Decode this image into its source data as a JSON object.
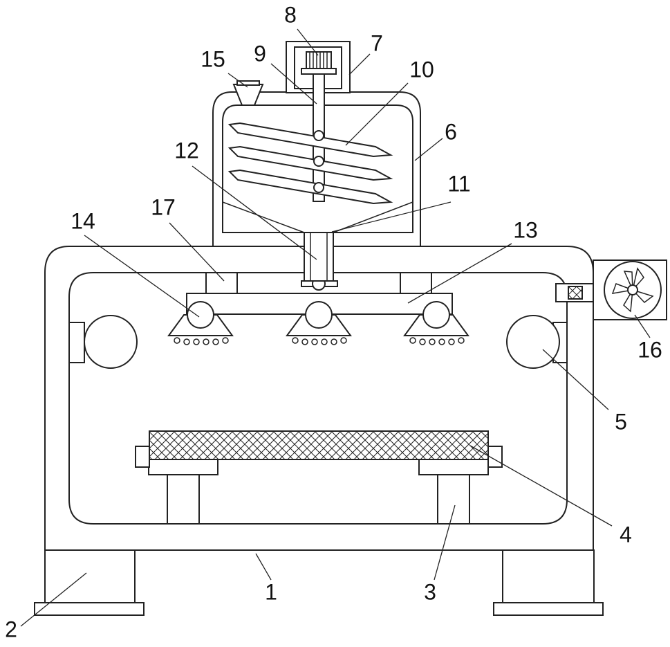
{
  "labels": [
    {
      "id": "1",
      "text": "1"
    },
    {
      "id": "2",
      "text": "2"
    },
    {
      "id": "3",
      "text": "3"
    },
    {
      "id": "4",
      "text": "4"
    },
    {
      "id": "5",
      "text": "5"
    },
    {
      "id": "6",
      "text": "6"
    },
    {
      "id": "7",
      "text": "7"
    },
    {
      "id": "8",
      "text": "8"
    },
    {
      "id": "9",
      "text": "9"
    },
    {
      "id": "10",
      "text": "10"
    },
    {
      "id": "11",
      "text": "11"
    },
    {
      "id": "12",
      "text": "12"
    },
    {
      "id": "13",
      "text": "13"
    },
    {
      "id": "14",
      "text": "14"
    },
    {
      "id": "15",
      "text": "15"
    },
    {
      "id": "16",
      "text": "16"
    },
    {
      "id": "17",
      "text": "17"
    }
  ]
}
